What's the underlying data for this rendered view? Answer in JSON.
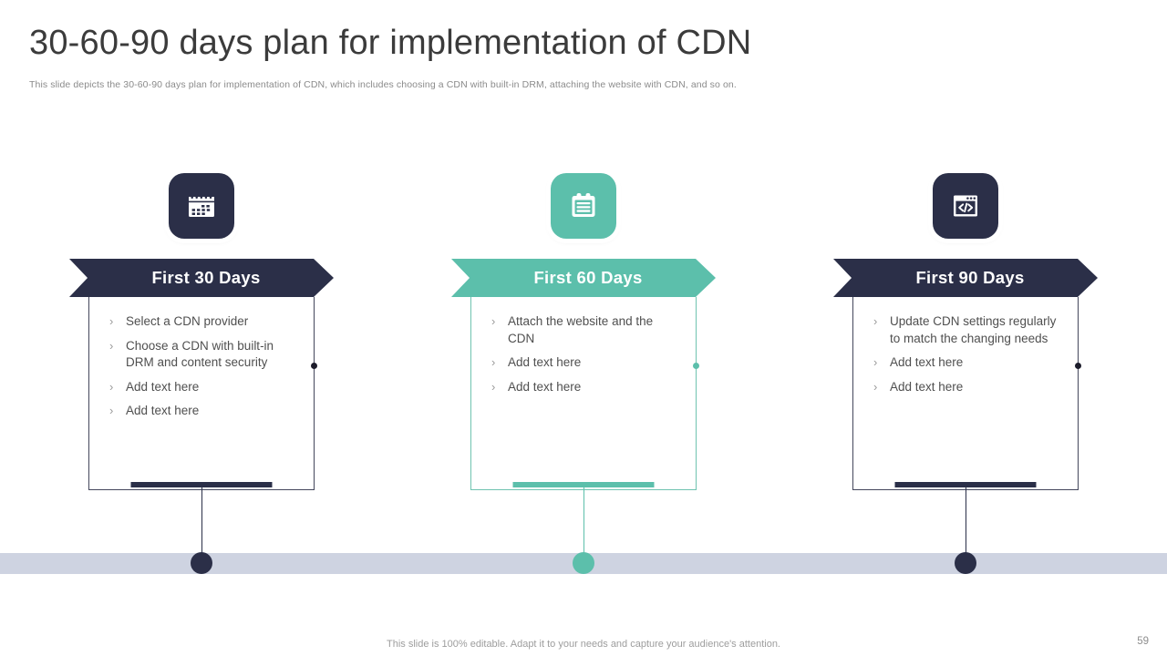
{
  "header": {
    "title": "30-60-90 days plan for implementation of CDN",
    "subtitle": "This slide depicts the 30-60-90 days plan for implementation of CDN, which includes choosing a CDN with built-in DRM,  attaching the website with CDN, and so on."
  },
  "colors": {
    "dark": "#2b2f48",
    "teal": "#5cbfab",
    "band": "#ced3e1",
    "title_text": "#3b3b3b",
    "body_text": "#4f4f4f",
    "muted_text": "#8b8b8b"
  },
  "columns": [
    {
      "id": "first-30-days",
      "banner_label": "First 30 Days",
      "icon": "calendar-icon",
      "accent": "dark",
      "bullets": [
        "Select a CDN provider",
        "Choose a CDN with built-in DRM and content security",
        "Add text here",
        "Add text here"
      ]
    },
    {
      "id": "first-60-days",
      "banner_label": "First 60 Days",
      "icon": "clipboard-list-icon",
      "accent": "teal",
      "bullets": [
        "Attach the website and the CDN",
        "Add text here",
        "Add text here"
      ]
    },
    {
      "id": "first-90-days",
      "banner_label": "First 90 Days",
      "icon": "code-window-icon",
      "accent": "dark",
      "bullets": [
        "Update CDN settings regularly to match the changing needs",
        "Add text here",
        "Add text here"
      ]
    }
  ],
  "bullet_marker": "›",
  "footer": {
    "note": "This slide is 100% editable. Adapt it to your needs and capture your audience's attention.",
    "page_number": "59"
  }
}
